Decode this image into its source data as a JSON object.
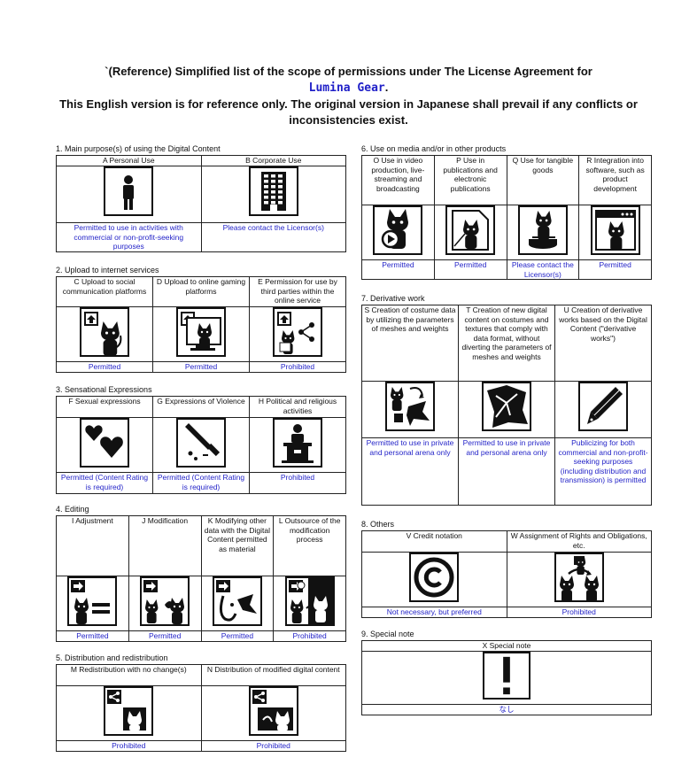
{
  "header": {
    "line1": "`(Reference) Simplified list of the scope of permissions under The License Agreement for",
    "product": "Lumina Gear",
    "product_suffix": ".",
    "line3": "This English version is for reference only. The original version in Japanese shall prevail if any conflicts or inconsistencies exist."
  },
  "sections": {
    "s1": {
      "title": "1. Main purpose(s) of using the Digital Content",
      "cols": [
        {
          "head": "A Personal Use",
          "icon": "person-icon",
          "status": "Permitted to use in activities with commercial or non-profit-seeking purposes"
        },
        {
          "head": "B  Corporate Use",
          "icon": "building-icon",
          "status": "Please contact the Licensor(s)"
        }
      ]
    },
    "s2": {
      "title": "2. Upload to internet services",
      "cols": [
        {
          "head": "C Upload to social communication platforms",
          "icon": "upload-social-icon",
          "status": "Permitted"
        },
        {
          "head": "D Upload to online gaming platforms",
          "icon": "upload-game-icon",
          "status": "Permitted"
        },
        {
          "head": "E Permission for use by third parties within the online service",
          "icon": "share-third-party-icon",
          "status": "Prohibited"
        }
      ]
    },
    "s3": {
      "title": "3. Sensational Expressions",
      "cols": [
        {
          "head": "F Sexual expressions",
          "icon": "hearts-icon",
          "status": "Permitted (Content Rating is required)"
        },
        {
          "head": "G Expressions of Violence",
          "icon": "knife-icon",
          "status": "Permitted (Content Rating is required)"
        },
        {
          "head": "H Political and religious activities",
          "icon": "podium-icon",
          "status": "Prohibited"
        }
      ]
    },
    "s4": {
      "title": "4. Editing",
      "cols": [
        {
          "head": "I Adjustment",
          "icon": "adjust-icon",
          "status": "Permitted"
        },
        {
          "head": "J Modification",
          "icon": "modify-icon",
          "status": "Permitted"
        },
        {
          "head": "K Modifying other data with the Digital Content permitted as material",
          "icon": "material-icon",
          "status": "Permitted"
        },
        {
          "head": "L Outsource of the modification process",
          "icon": "outsource-icon",
          "status": "Prohibited"
        }
      ]
    },
    "s5": {
      "title": "5. Distribution and redistribution",
      "cols": [
        {
          "head": "M Redistribution with no change(s)",
          "icon": "redistribute-icon",
          "status": "Prohibited"
        },
        {
          "head": "N Distribution of modified digital content",
          "icon": "distribute-modified-icon",
          "status": "Prohibited"
        }
      ]
    },
    "s6": {
      "title": "6. Use on media and/or in other products",
      "cols": [
        {
          "head": "O Use in video production, live-streaming and broadcasting",
          "icon": "video-icon",
          "status": "Permitted"
        },
        {
          "head": "P Use in publications and electronic publications",
          "icon": "publication-icon",
          "status": "Permitted"
        },
        {
          "head": "Q Use for tangible goods",
          "icon": "figure-icon",
          "status": "Please contact the Licensor(s)"
        },
        {
          "head": "R Integration into software, such as product development",
          "icon": "software-icon",
          "status": "Permitted"
        }
      ]
    },
    "s7": {
      "title": "7. Derivative work",
      "cols": [
        {
          "head": "S Creation of costume data by utilizing the parameters of meshes and weights",
          "icon": "costume-convert-icon",
          "status": "Permitted to use in private and personal arena only"
        },
        {
          "head": "T Creation of new digital content on costumes and textures that comply with data format, without diverting the parameters of meshes and weights",
          "icon": "fabric-icon",
          "status": "Permitted to use in private and personal arena only"
        },
        {
          "head": "U Creation of derivative works based on the Digital Content (\"derivative works\")",
          "icon": "pen-icon",
          "status": "Publicizing for both commercial and non-profit-seeking purposes (including distribution and transmission) is permitted"
        }
      ]
    },
    "s8": {
      "title": "8. Others",
      "cols": [
        {
          "head": "V Credit notation",
          "icon": "copyright-icon",
          "status": "Not necessary, but preferred"
        },
        {
          "head": "W Assignment of Rights and Obligations, etc.",
          "icon": "assignment-icon",
          "status": "Prohibited"
        }
      ]
    },
    "s9": {
      "title": "9. Special note",
      "cols": [
        {
          "head": "X Special note",
          "icon": "exclamation-icon",
          "status": "なし"
        }
      ]
    }
  }
}
